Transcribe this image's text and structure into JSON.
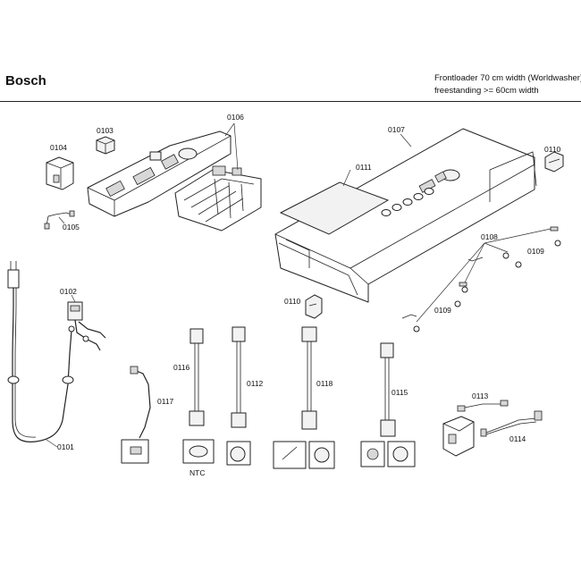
{
  "header": {
    "brand": "Bosch",
    "line1": "Frontloader 70 cm width (Worldwasher)",
    "line2": "freestanding >= 60cm width"
  },
  "labels": {
    "p0101": "0101",
    "p0102": "0102",
    "p0103": "0103",
    "p0104": "0104",
    "p0105": "0105",
    "p0106": "0106",
    "p0107": "0107",
    "p0108": "0108",
    "p0109a": "0109",
    "p0109b": "0109",
    "p0110a": "0110",
    "p0110b": "0110",
    "p0111": "0111",
    "p0112": "0112",
    "p0113": "0113",
    "p0114": "0114",
    "p0115": "0115",
    "p0116": "0116",
    "p0117": "0117",
    "p0118": "0118",
    "ntc": "NTC"
  },
  "icons": [
    "power-cord-icon",
    "suppressor-icon",
    "control-module-icon",
    "control-panel-icon",
    "wire-harness-icon",
    "sensor-icon",
    "screw-icon",
    "clip-icon"
  ]
}
